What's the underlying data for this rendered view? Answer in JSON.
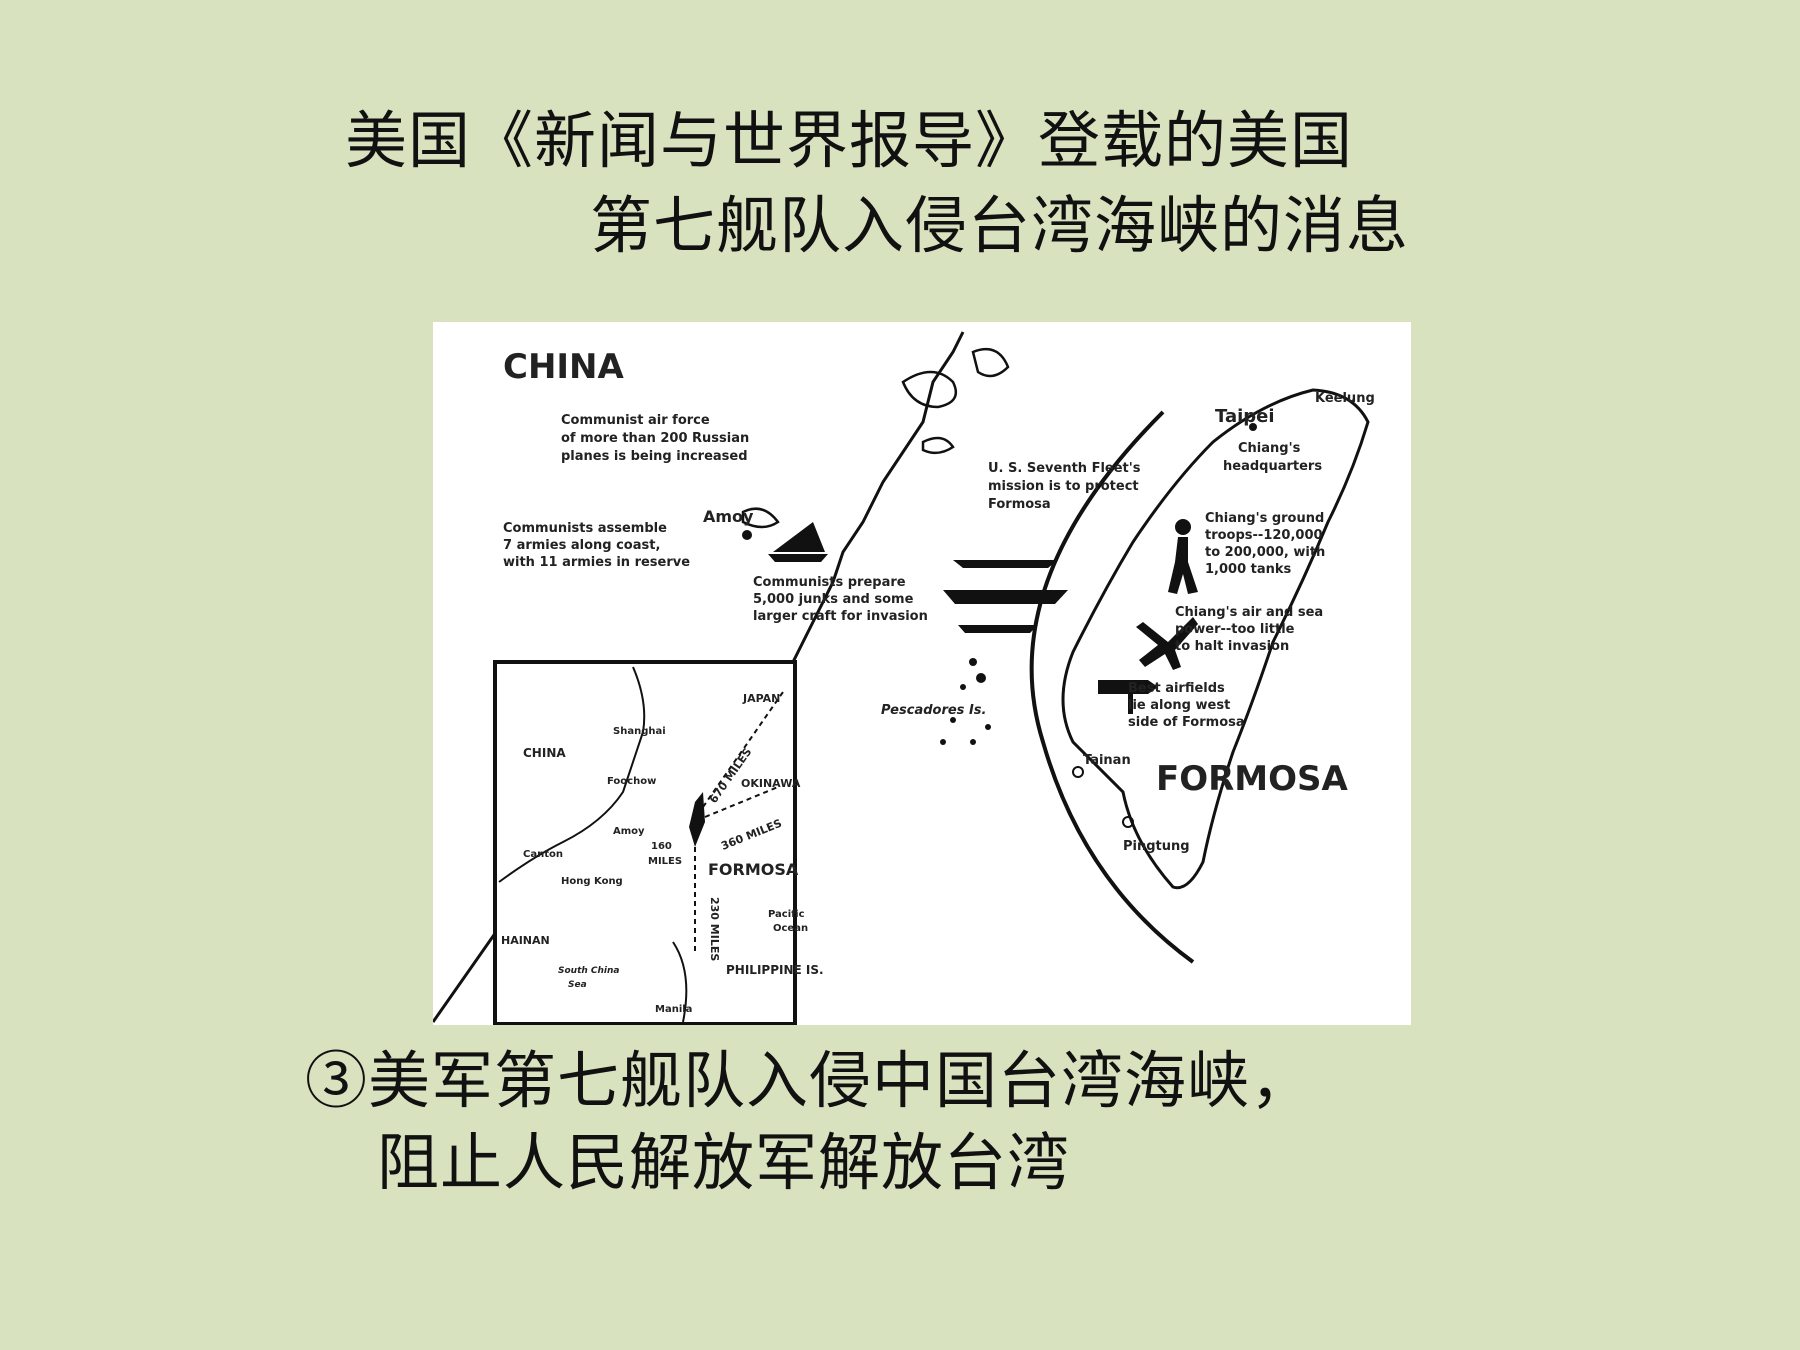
{
  "slide": {
    "title_line1": "美国《新闻与世界报导》登载的美国",
    "title_line2": "第七舰队入侵台湾海峡的消息",
    "caption_line1": "③美军第七舰队入侵中国台湾海峡，",
    "caption_line2": "阻止人民解放军解放台湾"
  },
  "map": {
    "china": "CHINA",
    "note_air": [
      "Communist air force",
      "of more than 200 Russian",
      "planes is being increased"
    ],
    "amoy": "Amoy",
    "note_armies": [
      "Communists assemble",
      "7 armies along coast,",
      "with 11 armies in reserve"
    ],
    "note_junks": [
      "Communists prepare",
      "5,000 junks and some",
      "larger craft for invasion"
    ],
    "note_fleet": [
      "U. S. Seventh Fleet's",
      "mission is to protect",
      "Formosa"
    ],
    "taipei": "Taipei",
    "keelung": "Keelung",
    "note_hq": [
      "Chiang's",
      "headquarters"
    ],
    "note_troops": [
      "Chiang's ground",
      "troops--120,000",
      "to 200,000, with",
      "1,000 tanks"
    ],
    "note_airsea": [
      "Chiang's air and sea",
      "power--too little",
      "to halt invasion"
    ],
    "note_airfields": [
      "Best airfields",
      "lie along west",
      "side of Formosa"
    ],
    "pescadores": "Pescadores Is.",
    "tainan": "Tainan",
    "formosa": "FORMOSA",
    "pingtung": "Pingtung",
    "inset": {
      "china": "CHINA",
      "shanghai": "Shanghai",
      "foochow": "Foochow",
      "amoy": "Amoy",
      "canton": "Canton",
      "hong_kong": "Hong Kong",
      "hainan": "HAINAN",
      "south_china_sea": [
        "South China",
        "Sea"
      ],
      "japan": "JAPAN",
      "okinawa": "OKINAWA",
      "formosa": "FORMOSA",
      "pacific": [
        "Pacific",
        "Ocean"
      ],
      "philippine": "PHILIPPINE IS.",
      "manila": "Manila",
      "d670": "670 MILES",
      "d360": "360 MILES",
      "d160": [
        "160",
        "MILES"
      ],
      "d230": "230 MILES"
    }
  }
}
